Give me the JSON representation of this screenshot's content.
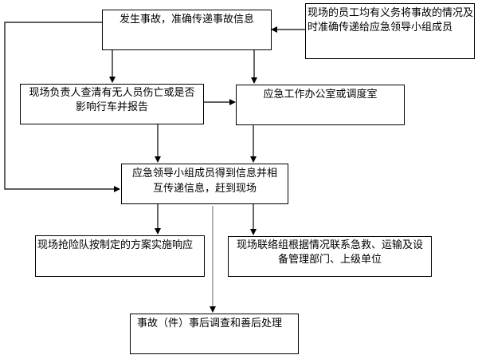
{
  "diagram": {
    "type": "flowchart",
    "nodes": [
      {
        "id": "n1",
        "text": "发生事故，准确传递事故信息"
      },
      {
        "id": "n2",
        "text": "现场的员工均有义务将事故的情况及时准确传递给应急领导小组成员"
      },
      {
        "id": "n3",
        "text": "现场负责人查清有无人员伤亡或是否影响行车并报告"
      },
      {
        "id": "n4",
        "text": "应急工作办公室或调度室"
      },
      {
        "id": "n5",
        "text": "应急领导小组成员得到信息并相互传递信息，赶到现场"
      },
      {
        "id": "n6",
        "text": "现场抢险队按制定的方案实施响应"
      },
      {
        "id": "n7",
        "text": "现场联络组根据情况联系急救、运输及设备管理部门、上级单位"
      },
      {
        "id": "n8",
        "text": "事故（件）事后调查和善后处理"
      }
    ],
    "edges": [
      {
        "from": "n2",
        "to": "n1"
      },
      {
        "from": "n1",
        "to": "n3"
      },
      {
        "from": "n1",
        "to": "n4"
      },
      {
        "from": "n3",
        "to": "n4"
      },
      {
        "from": "n1",
        "to": "n5"
      },
      {
        "from": "n3",
        "to": "n5"
      },
      {
        "from": "n4",
        "to": "n5"
      },
      {
        "from": "n5",
        "to": "n6"
      },
      {
        "from": "n5",
        "to": "n7"
      },
      {
        "from": "n5",
        "to": "n8"
      }
    ]
  }
}
